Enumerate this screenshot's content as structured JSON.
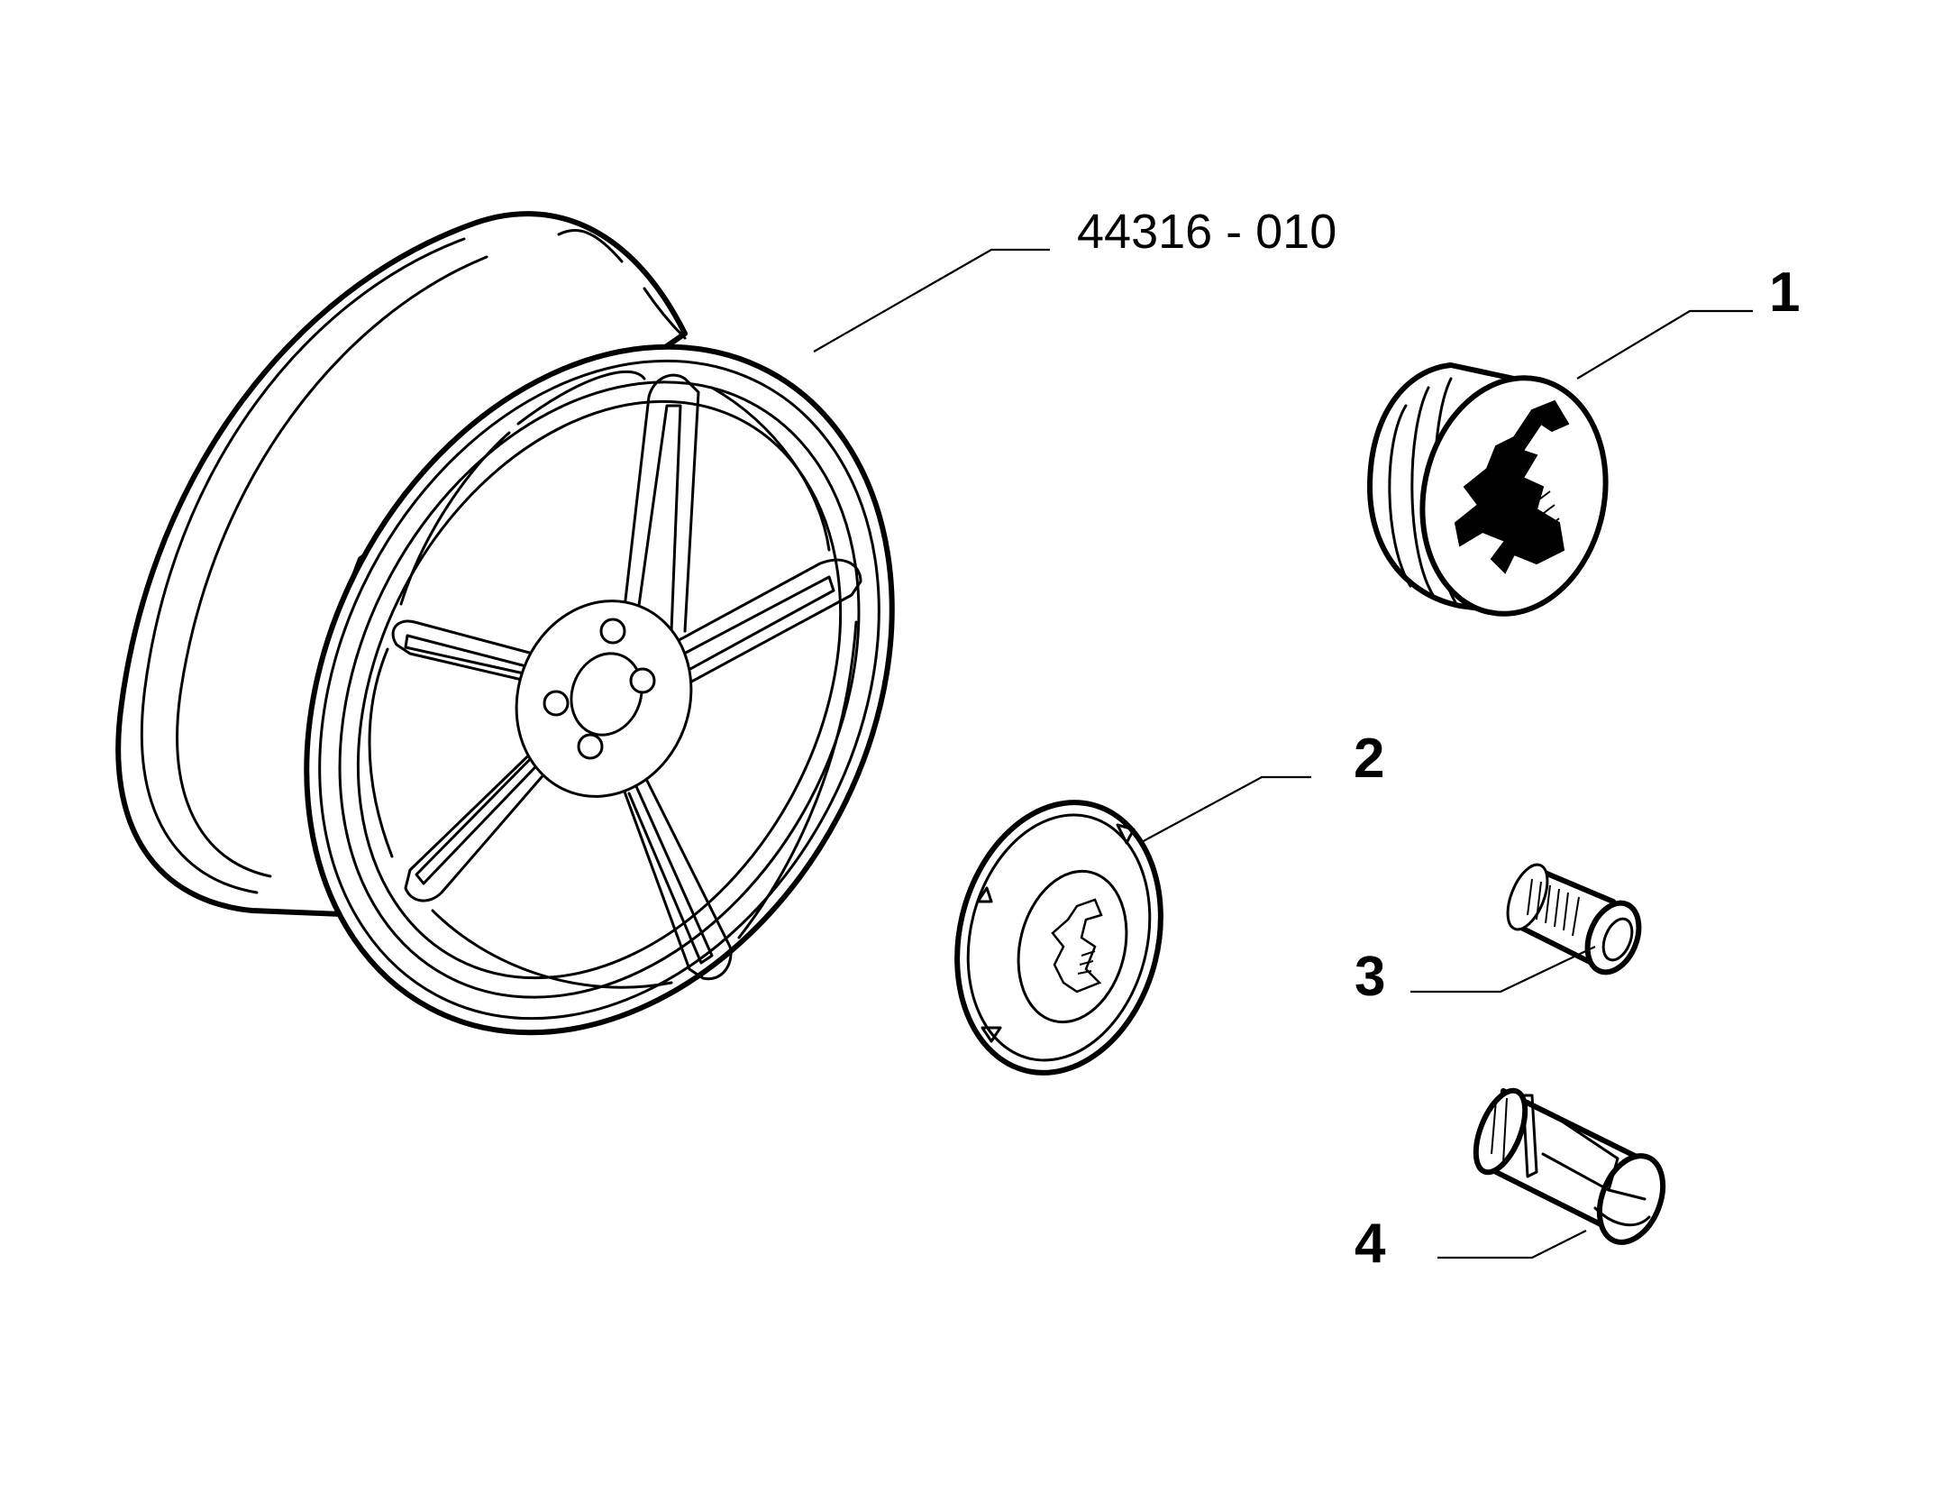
{
  "diagram": {
    "part_code": "44316 - 010",
    "callouts": [
      {
        "id": "1",
        "label": "1"
      },
      {
        "id": "2",
        "label": "2"
      },
      {
        "id": "3",
        "label": "3"
      },
      {
        "id": "4",
        "label": "4"
      }
    ]
  },
  "icons": {
    "wheel": "alloy-wheel-rim-icon",
    "cap_large": "scorpion-center-cap-icon",
    "cap_flat": "scorpion-hub-cover-icon",
    "valve_cap": "valve-cap-icon",
    "lock_bolt": "wheel-lock-bolt-icon"
  }
}
